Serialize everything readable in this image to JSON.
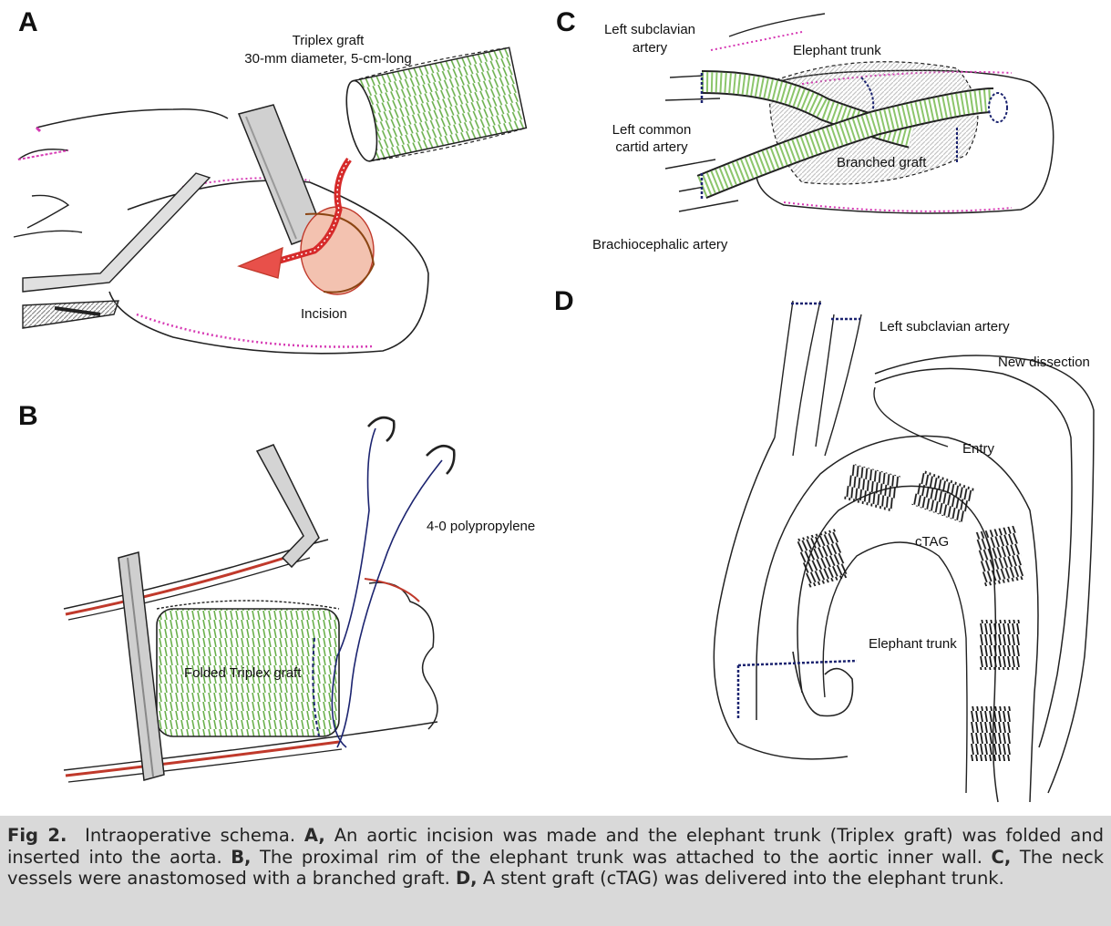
{
  "panels": {
    "a": {
      "letter": "A",
      "graft_label_line1": "Triplex graft",
      "graft_label_line2": "30-mm diameter, 5-cm-long",
      "incision_label": "Incision"
    },
    "b": {
      "letter": "B",
      "suture_label": "4-0 polypropylene",
      "graft_label": "Folded Triplex graft"
    },
    "c": {
      "letter": "C",
      "lsa_line1": "Left subclavian",
      "lsa_line2": "artery",
      "elephant_trunk": "Elephant trunk",
      "lcca_line1": "Left common",
      "lcca_line2": "cartid artery",
      "branched_graft": "Branched graft",
      "brachiocephalic": "Brachiocephalic artery"
    },
    "d": {
      "letter": "D",
      "lsa": "Left subclavian artery",
      "new_dissection": "New dissection",
      "entry": "Entry",
      "ctag": "cTAG",
      "elephant_trunk": "Elephant trunk"
    }
  },
  "caption": {
    "fig_label": "Fig 2.",
    "intro": "Intraoperative schema.",
    "a_letter": "A,",
    "a_text": "An aortic incision was made and the elephant trunk (Triplex graft) was folded and inserted into the aorta.",
    "b_letter": "B,",
    "b_text": "The proximal rim of the elephant trunk was attached to the aortic inner wall.",
    "c_letter": "C,",
    "c_text": "The neck vessels were anastomosed with a branched graft.",
    "d_letter": "D,",
    "d_text": "A stent graft (cTAG) was delivered into the elephant trunk."
  },
  "colors": {
    "caption_bg": "#d9d9d9",
    "graft_green": "#6ab04c",
    "aorta_edge_pink": "#d63ab4",
    "suture_blue": "#1c2470",
    "clamp_gray": "#8c8c8c",
    "vessel_red": "#c0392b"
  }
}
